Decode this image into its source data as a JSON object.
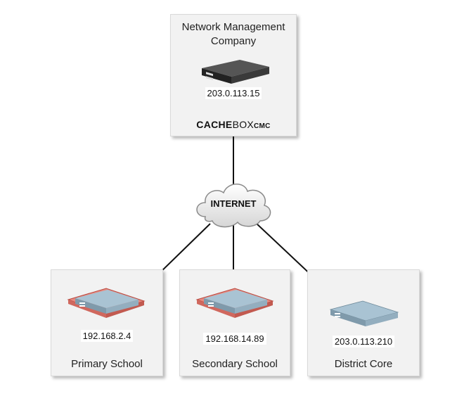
{
  "top": {
    "title": "Network Management Company",
    "ip": "203.0.113.15",
    "brand": {
      "part1": "CACHE",
      "part2": "BOX",
      "part3": "CMC"
    }
  },
  "cloud": {
    "label": "INTERNET"
  },
  "sites": [
    {
      "name": "Primary School",
      "ip": "192.168.2.4",
      "highlight": true
    },
    {
      "name": "Secondary School",
      "ip": "192.168.14.89",
      "highlight": true
    },
    {
      "name": "District Core",
      "ip": "203.0.113.210",
      "highlight": false
    }
  ],
  "colors": {
    "device_dark": "#2e2e2e",
    "device_light": "#a9c3d3",
    "highlight_fill": "#e88a80",
    "highlight_stroke": "#b84a40",
    "line": "#111111",
    "box_fill": "#f2f2f2"
  },
  "icons": {
    "top_device": "appliance-dark-icon",
    "site_device": "appliance-light-icon",
    "cloud": "cloud-icon"
  }
}
